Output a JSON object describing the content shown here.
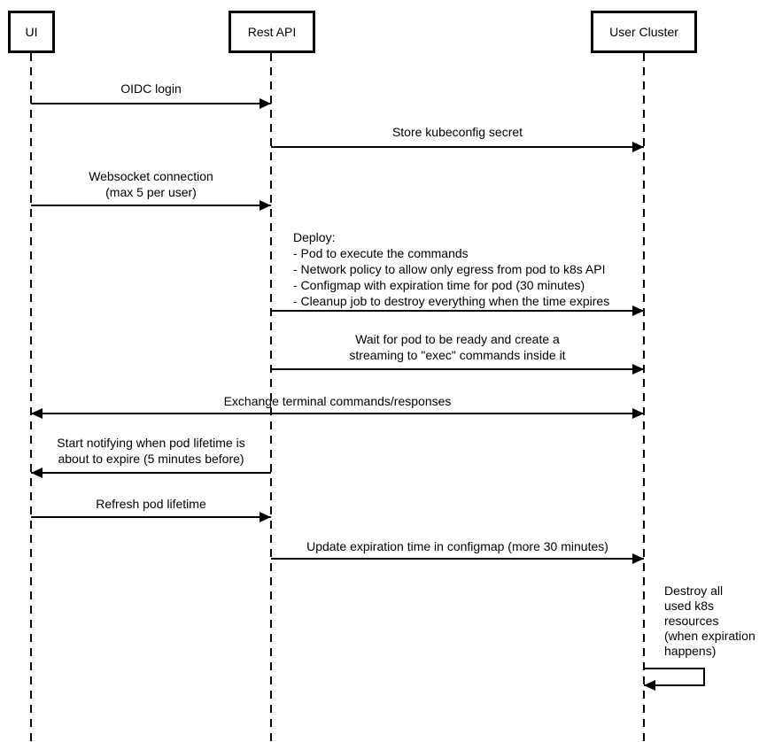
{
  "diagram": {
    "type": "sequence-diagram",
    "colors": {
      "line": "#000000",
      "text": "#000000",
      "background": "#ffffff"
    },
    "participants": [
      {
        "id": "ui",
        "label": "UI"
      },
      {
        "id": "rest-api",
        "label": "Rest API"
      },
      {
        "id": "user-cluster",
        "label": "User Cluster"
      }
    ],
    "messages": [
      {
        "from": "ui",
        "to": "rest-api",
        "type": "solid-arrow",
        "text": "OIDC login"
      },
      {
        "from": "rest-api",
        "to": "user-cluster",
        "type": "solid-arrow",
        "text": "Store kubeconfig secret"
      },
      {
        "from": "ui",
        "to": "rest-api",
        "type": "solid-arrow",
        "text": "Websocket connection\n(max 5 per user)"
      },
      {
        "from": "rest-api",
        "to": "user-cluster",
        "type": "solid-arrow",
        "text": "Deploy:\n- Pod to execute the commands\n- Network policy to allow only egress from pod to k8s API\n- Configmap with expiration time for pod (30 minutes)\n- Cleanup job to destroy everything when the time expires"
      },
      {
        "from": "rest-api",
        "to": "user-cluster",
        "type": "solid-arrow",
        "text": "Wait for pod to be ready and create a\nstreaming to \"exec\" commands inside it"
      },
      {
        "from": "ui",
        "to": "user-cluster",
        "type": "bidirectional-arrow",
        "text": "Exchange terminal commands/responses"
      },
      {
        "from": "rest-api",
        "to": "ui",
        "type": "solid-arrow",
        "text": "Start notifying when pod lifetime is\nabout to expire (5 minutes before)"
      },
      {
        "from": "ui",
        "to": "rest-api",
        "type": "solid-arrow",
        "text": "Refresh pod lifetime"
      },
      {
        "from": "rest-api",
        "to": "user-cluster",
        "type": "solid-arrow",
        "text": "Update expiration time in configmap (more 30 minutes)"
      },
      {
        "from": "user-cluster",
        "to": "user-cluster",
        "type": "self-arrow",
        "text": "Destroy all\nused k8s\nresources\n(when expiration\nhappens)"
      }
    ]
  }
}
